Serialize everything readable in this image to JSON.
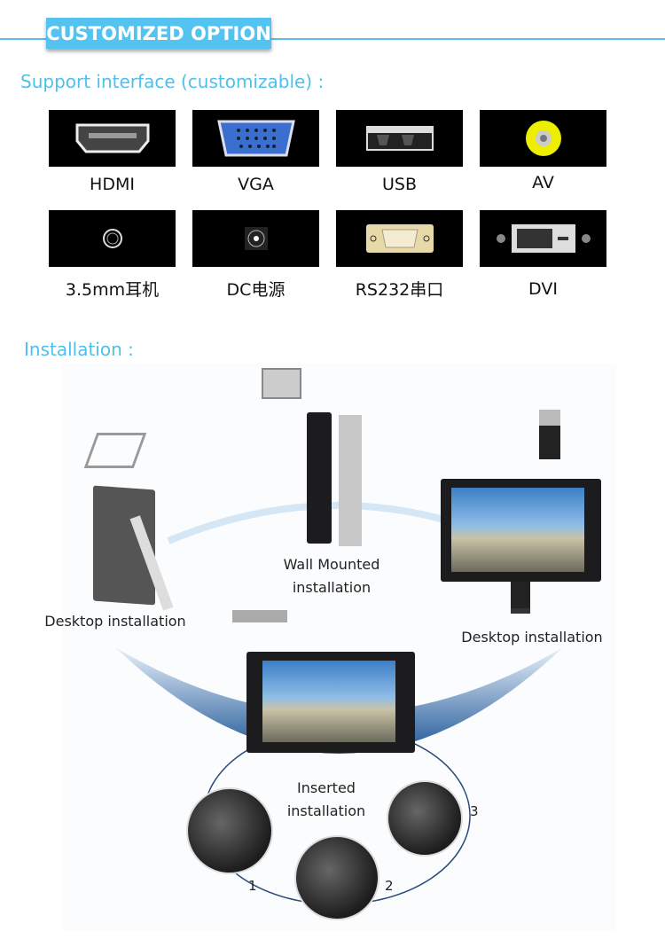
{
  "banner": {
    "title": "CUSTOMIZED OPTION"
  },
  "interfaces": {
    "heading": "Support interface (customizable) :",
    "items": [
      {
        "label": "HDMI",
        "icon": "hdmi-port-icon"
      },
      {
        "label": "VGA",
        "icon": "vga-port-icon"
      },
      {
        "label": "USB",
        "icon": "usb-port-icon"
      },
      {
        "label": "AV",
        "icon": "av-port-icon"
      },
      {
        "label": "3.5mm耳机",
        "icon": "audio-jack-icon"
      },
      {
        "label": "DC电源",
        "icon": "dc-power-icon"
      },
      {
        "label": "RS232串口",
        "icon": "rs232-port-icon"
      },
      {
        "label": "DVI",
        "icon": "dvi-port-icon"
      }
    ]
  },
  "installation": {
    "heading": "Installation :",
    "desktop_left": "Desktop  installation",
    "wall_line1": "Wall Mounted",
    "wall_line2": "installation",
    "desktop_right": "Desktop  installation",
    "inserted_line1": "Inserted",
    "inserted_line2": "installation",
    "steps": [
      "1",
      "2",
      "3"
    ]
  },
  "colors": {
    "accent": "#55c3f0",
    "heading": "#4ec0ec",
    "arc": "#1f5a9a"
  }
}
